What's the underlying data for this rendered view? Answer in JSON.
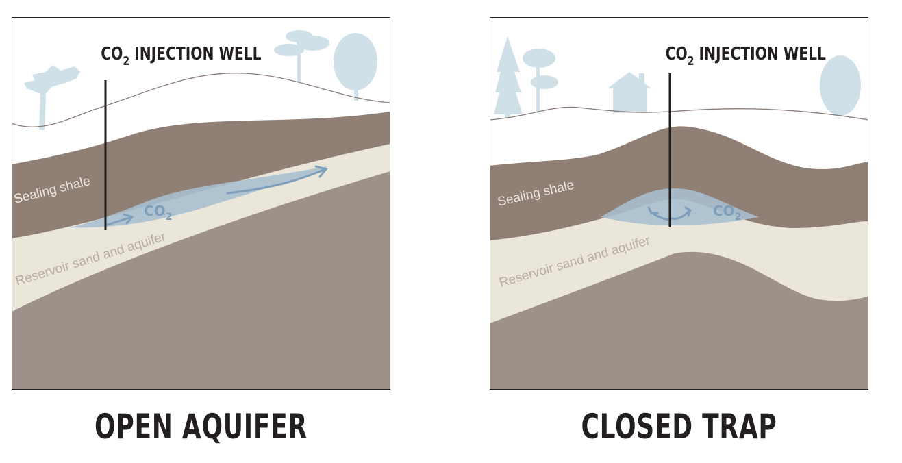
{
  "panels": [
    {
      "well_label_main": "CO",
      "well_label_sub": "2",
      "well_label_rest": " INJECTION WELL",
      "shale_label": "Sealing shale",
      "reservoir_label": "Reservoir sand and aquifer",
      "co2_main": "CO",
      "co2_sub": "2",
      "caption": "OPEN AQUIFER"
    },
    {
      "well_label_main": "CO",
      "well_label_sub": "2",
      "well_label_rest": " INJECTION WELL",
      "shale_label": "Sealing shale",
      "reservoir_label": "Reservoir sand and aquifer",
      "co2_main": "CO",
      "co2_sub": "2",
      "caption": "CLOSED TRAP"
    }
  ],
  "colors": {
    "shale": "#8f7f74",
    "lower_rock": "#9d9189",
    "sand": "#ebe6da",
    "co2_plume": "#a9bfce",
    "co2_arrow": "#7d9fbb",
    "trees": "#cfe0e8",
    "ink": "#231f20"
  }
}
